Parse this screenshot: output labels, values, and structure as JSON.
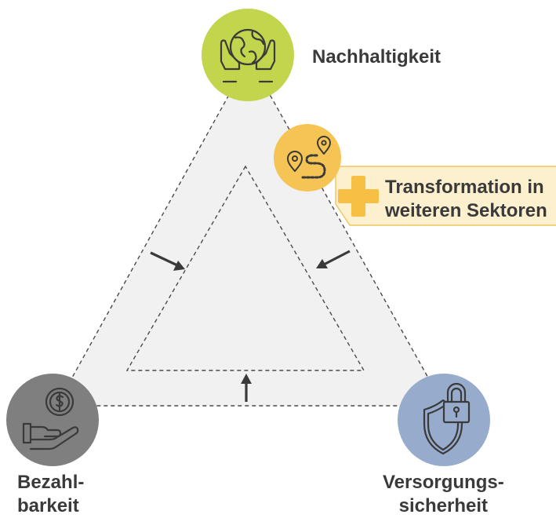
{
  "diagram": {
    "top": {
      "label": "Nachhaltigkeit",
      "icon": "globe-in-hands-icon",
      "color": "#c3d54c"
    },
    "left": {
      "label_line1": "Bezahl-",
      "label_line2": "barkeit",
      "icon": "coin-in-hand-icon",
      "color": "#7f7f7f"
    },
    "right": {
      "label_line1": "Versorgungs-",
      "label_line2": "sicherheit",
      "icon": "shield-lock-icon",
      "color": "#97abcc"
    },
    "transformation": {
      "label_line1": "Transformation in",
      "label_line2": "weiteren Sektoren",
      "icon": "route-map-pins-icon",
      "plus_icon": "plus-icon",
      "color": "#f6c455",
      "box_color": "#fdf0cf"
    }
  }
}
